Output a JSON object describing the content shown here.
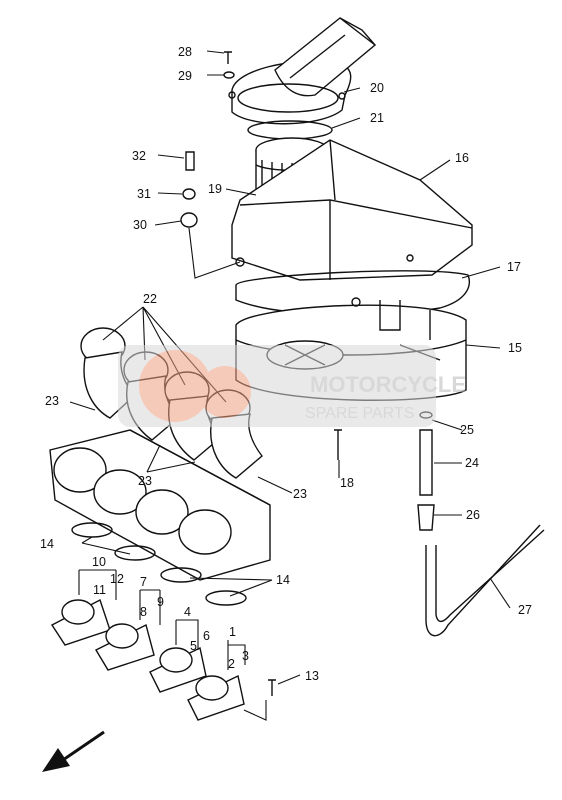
{
  "watermark": {
    "line1": "MOTORCYCLE",
    "line2": "SPARE PARTS",
    "color_text": "#bdbdbd",
    "color_accent": "#f0a080"
  },
  "callouts": [
    {
      "id": "c28",
      "label": "28"
    },
    {
      "id": "c29",
      "label": "29"
    },
    {
      "id": "c20",
      "label": "20"
    },
    {
      "id": "c21",
      "label": "21"
    },
    {
      "id": "c32",
      "label": "32"
    },
    {
      "id": "c16",
      "label": "16"
    },
    {
      "id": "c31",
      "label": "31"
    },
    {
      "id": "c19",
      "label": "19"
    },
    {
      "id": "c30",
      "label": "30"
    },
    {
      "id": "c17",
      "label": "17"
    },
    {
      "id": "c22",
      "label": "22"
    },
    {
      "id": "c15",
      "label": "15"
    },
    {
      "id": "c23a",
      "label": "23"
    },
    {
      "id": "c25",
      "label": "25"
    },
    {
      "id": "c24",
      "label": "24"
    },
    {
      "id": "c18",
      "label": "18"
    },
    {
      "id": "c23b",
      "label": "23"
    },
    {
      "id": "c23c",
      "label": "23"
    },
    {
      "id": "c26",
      "label": "26"
    },
    {
      "id": "c14a",
      "label": "14"
    },
    {
      "id": "c10",
      "label": "10"
    },
    {
      "id": "c11",
      "label": "11"
    },
    {
      "id": "c12",
      "label": "12"
    },
    {
      "id": "c7",
      "label": "7"
    },
    {
      "id": "c14b",
      "label": "14"
    },
    {
      "id": "c27",
      "label": "27"
    },
    {
      "id": "c8",
      "label": "8"
    },
    {
      "id": "c9",
      "label": "9"
    },
    {
      "id": "c4",
      "label": "4"
    },
    {
      "id": "c1",
      "label": "1"
    },
    {
      "id": "c5",
      "label": "5"
    },
    {
      "id": "c6",
      "label": "6"
    },
    {
      "id": "c2",
      "label": "2"
    },
    {
      "id": "c3",
      "label": "3"
    },
    {
      "id": "c13",
      "label": "13"
    }
  ]
}
